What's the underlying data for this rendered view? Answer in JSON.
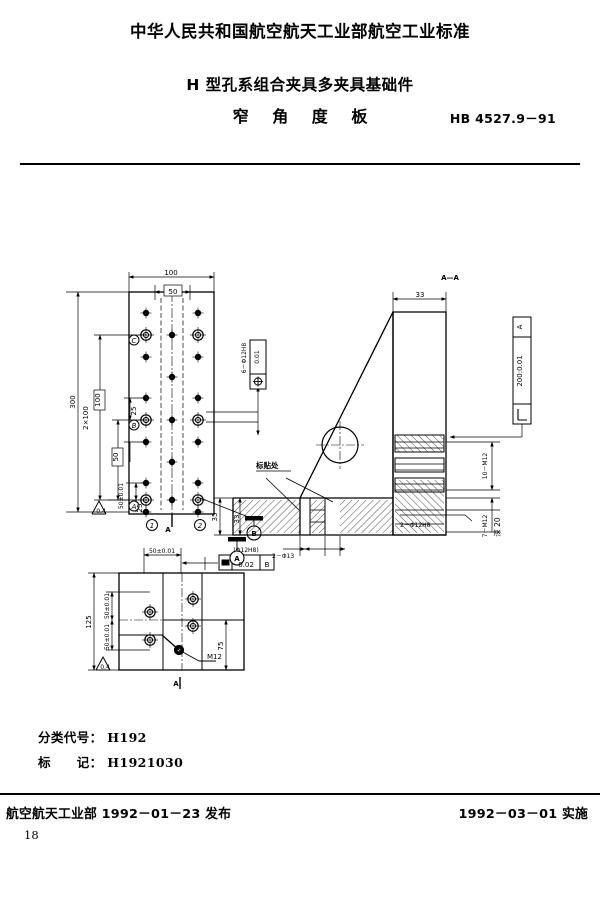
{
  "header": {
    "standard_org": "中华人民共和国航空航天工业部航空工业标准",
    "title_line1": "H 型孔系组合夹具多夹具基础件",
    "title_line2": "窄 角 度 板",
    "std_code": "HB 4527.9－91"
  },
  "footer": {
    "class_code_label": "分类代号：",
    "class_code_value": "H192",
    "mark_label": "标　　记：",
    "mark_value": "H1921030",
    "issuer": "航空航天工业部 1992－01－23 发布",
    "effective": "1992－03－01 实施",
    "page_number": "18"
  },
  "drawing": {
    "views": {
      "front_label": "A",
      "section_label": "A—A",
      "bottom_label": "A"
    },
    "front_view": {
      "dim_width_100": "100",
      "dim_width_50": "50",
      "dim_height_300": "300",
      "dim_2x100": "2×100",
      "dim_100": "100",
      "dim_50": "50",
      "dim_25_upper": "25",
      "dim_50_tol": "50±0.01",
      "dim_25_lower": "25",
      "hole_callout": "6－Φ12H8",
      "pos_tol_value": "0.01",
      "roughness": "0.4",
      "markers": [
        "C",
        "B",
        "A",
        "1",
        "2",
        "B"
      ]
    },
    "bottom_view": {
      "dim_50_tol_top": "50±0.01",
      "hole_ref": "(Φ12H8)",
      "pos_tol_value": "0.02",
      "datum_ref": "B",
      "dim_125": "125",
      "dim_50_tol_a": "50±0.01",
      "dim_50_tol_b": "50±0.01",
      "dim_75": "75",
      "thread_callout": "M12",
      "roughness": "0.4"
    },
    "section_view": {
      "dim_33_top": "33",
      "perp_tol_value": "200:0.01",
      "perp_datum": "A",
      "thread_10_m12": "10－M12",
      "thread_7_m12": "7－M12",
      "thread_depth": "深 20",
      "hole_2_phi12h8": "2－Φ12H8",
      "hole_2_phi13": "2－Φ13",
      "dim_35": "35",
      "dim_33_bottom": "33",
      "note_label_spot": "标贴处",
      "datum_a": "A"
    }
  }
}
